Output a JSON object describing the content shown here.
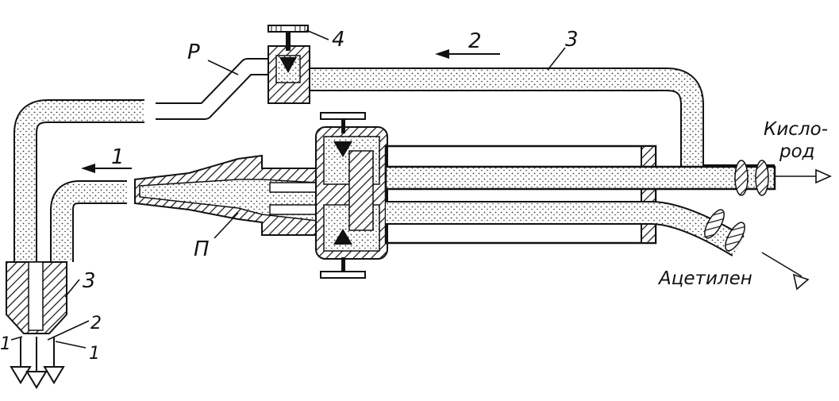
{
  "labels": {
    "p": "Р",
    "four": "4",
    "arrow2": "2",
    "three_top": "3",
    "arrow1": "1",
    "n": "П",
    "three_tip": "3",
    "two_tip": "2",
    "one_left": "1",
    "one_right": "1",
    "oxygen_line1": "Кисло-",
    "oxygen_line2": "род",
    "acetylene": "Ацетилен"
  },
  "colors": {
    "ink": "#111111",
    "stipple": "#333333",
    "paper": "#ffffff"
  }
}
